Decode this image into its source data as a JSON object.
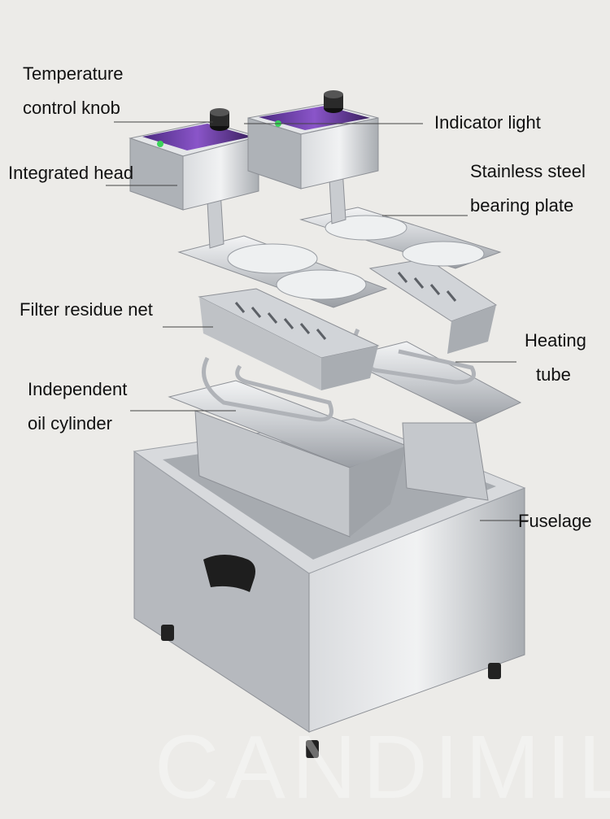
{
  "labels": {
    "temperature_knob": [
      "Temperature",
      "control knob"
    ],
    "indicator_light": [
      "Indicator light"
    ],
    "integrated_head": [
      "Integrated head"
    ],
    "bearing_plate": [
      "Stainless steel",
      "bearing plate"
    ],
    "filter_net": [
      "Filter residue net"
    ],
    "heating_tube": [
      "Heating",
      "tube"
    ],
    "oil_cylinder": [
      "Independent",
      "oil cylinder"
    ],
    "fuselage": [
      "Fuselage"
    ]
  },
  "watermark": "CANDIMILL",
  "colors": {
    "background": "#ecebe8",
    "steel_light": "#e6e7e9",
    "steel_mid": "#b9bcc1",
    "steel_dark": "#8d9096",
    "panel_purple": "#6a3fa3",
    "knob": "#2a2a2a",
    "leader_line": "#444444"
  }
}
